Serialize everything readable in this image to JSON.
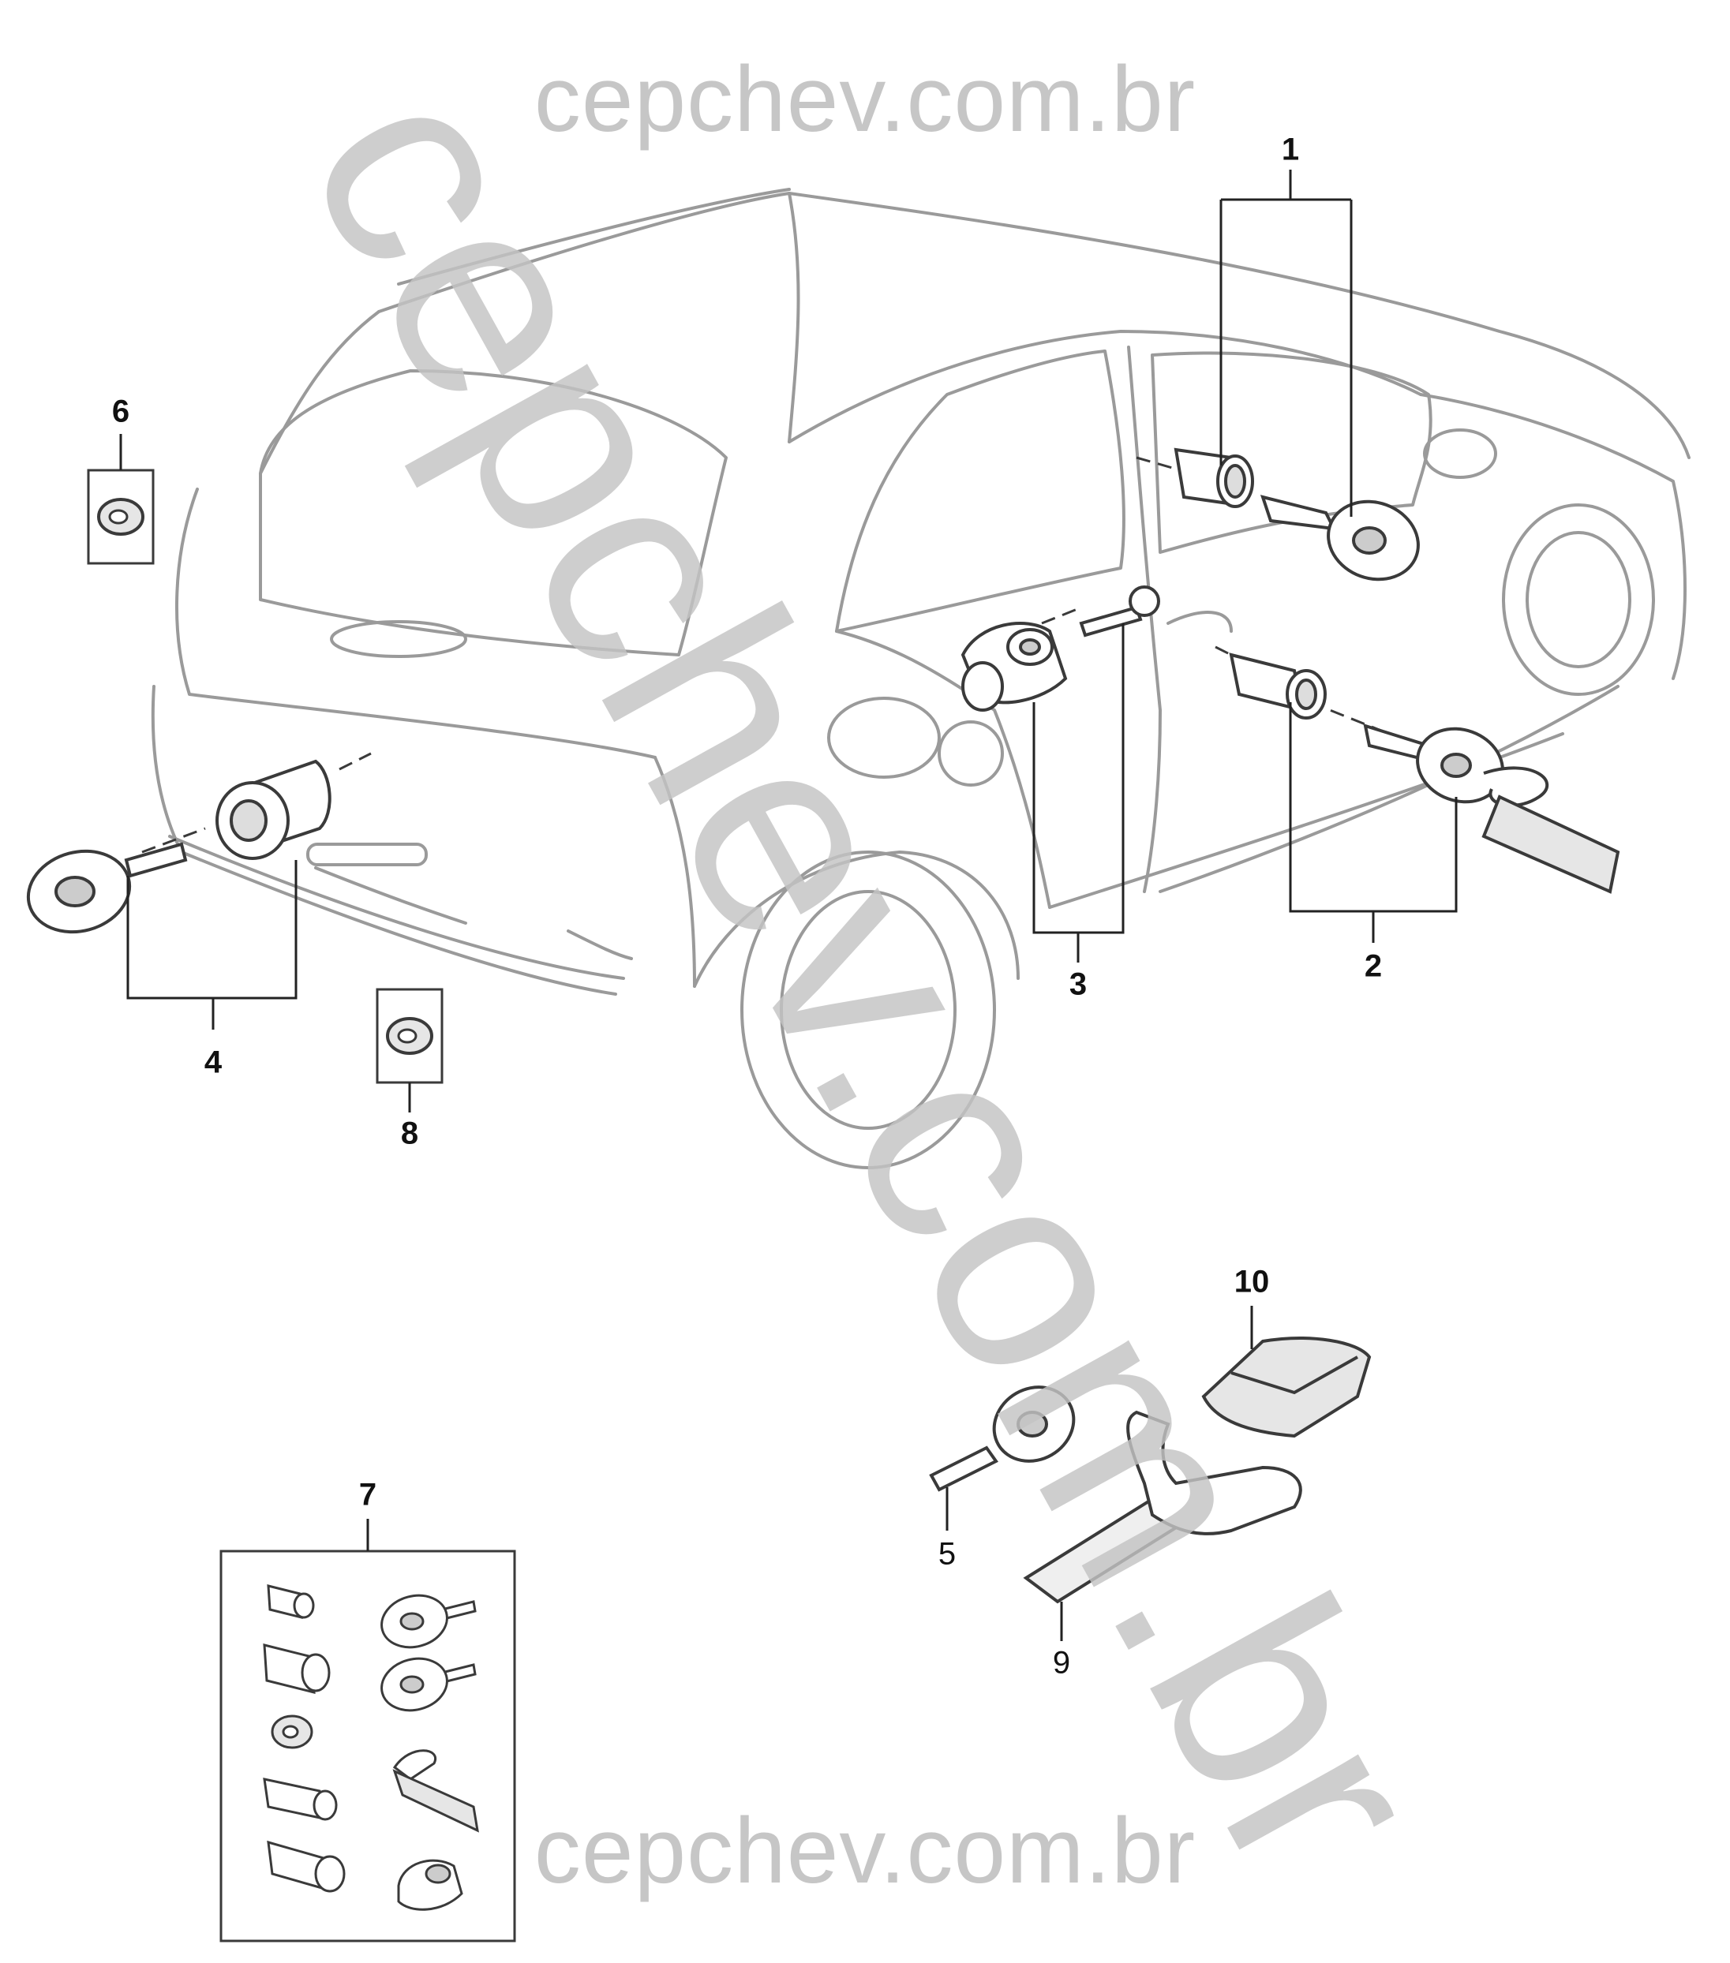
{
  "watermark": {
    "top": "cepchev.com.br",
    "diagonal": "cepchev.com.br",
    "bottom": "cepchev.com.br"
  },
  "callouts": {
    "c1": "1",
    "c2": "2",
    "c3": "3",
    "c4": "4",
    "c5": "5",
    "c6": "6",
    "c7": "7",
    "c8": "8",
    "c9": "9",
    "c10": "10"
  },
  "colors": {
    "line": "#3a3a3a",
    "car_line": "#9a9a9a",
    "watermark": "#c4c4c4",
    "part_fill": "#e6e6e6"
  }
}
